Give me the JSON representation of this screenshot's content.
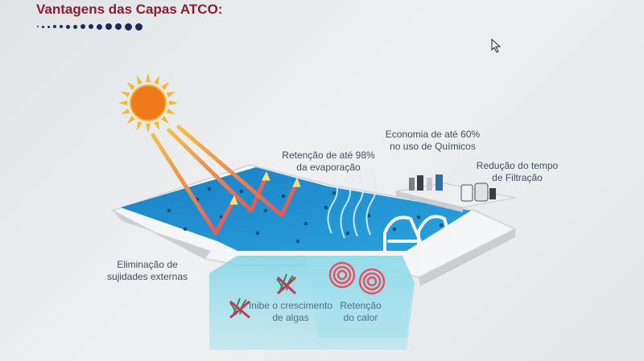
{
  "header": {
    "title": "Vantagens das Capas ATCO:",
    "dot_count": 14
  },
  "labels": {
    "evaporacao": [
      "Retenção de até 98%",
      "da evaporação"
    ],
    "quimicos": [
      "Economia de até 60%",
      "no uso de Químicos"
    ],
    "filtracao": [
      "Redução do tempo",
      "de Filtração"
    ],
    "sujidades": [
      "Eliminação de",
      "sujidades externas"
    ],
    "algas": [
      "Inibe o crescimento",
      "de algas"
    ],
    "calor": [
      "Retenção",
      "do calor"
    ]
  },
  "icons": {
    "sun": "sun-icon",
    "no_algae": "no-algae-icon",
    "heat": "heat-spiral-icon",
    "cursor": "mouse-cursor-icon"
  },
  "colors": {
    "title": "#8a1d2b",
    "dots": "#23275a",
    "pool": "#1f8fd0",
    "sun": "#f07a1a",
    "ray": "#e0525a",
    "label": "#3f4e63"
  }
}
